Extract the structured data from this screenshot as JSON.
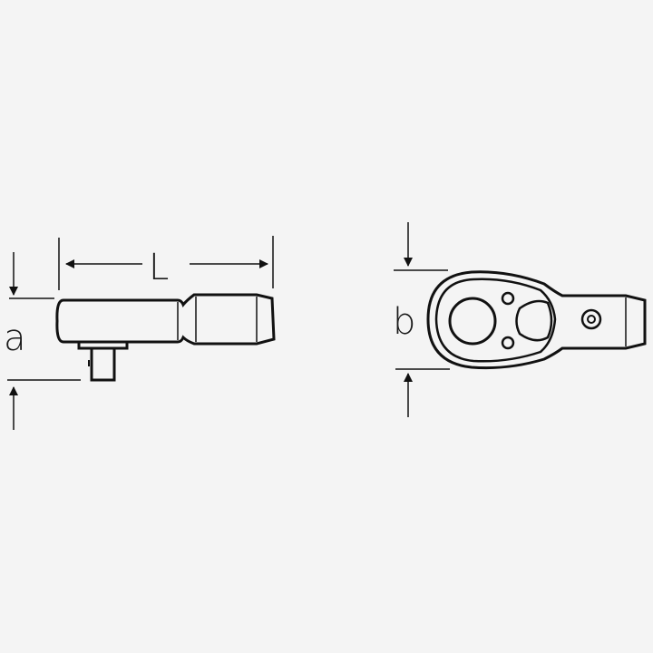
{
  "diagram": {
    "background": "#f4f4f4",
    "stroke_color": "#111111",
    "side_view": {
      "label_length": "L",
      "label_height": "a"
    },
    "top_view": {
      "label_width": "b"
    }
  }
}
